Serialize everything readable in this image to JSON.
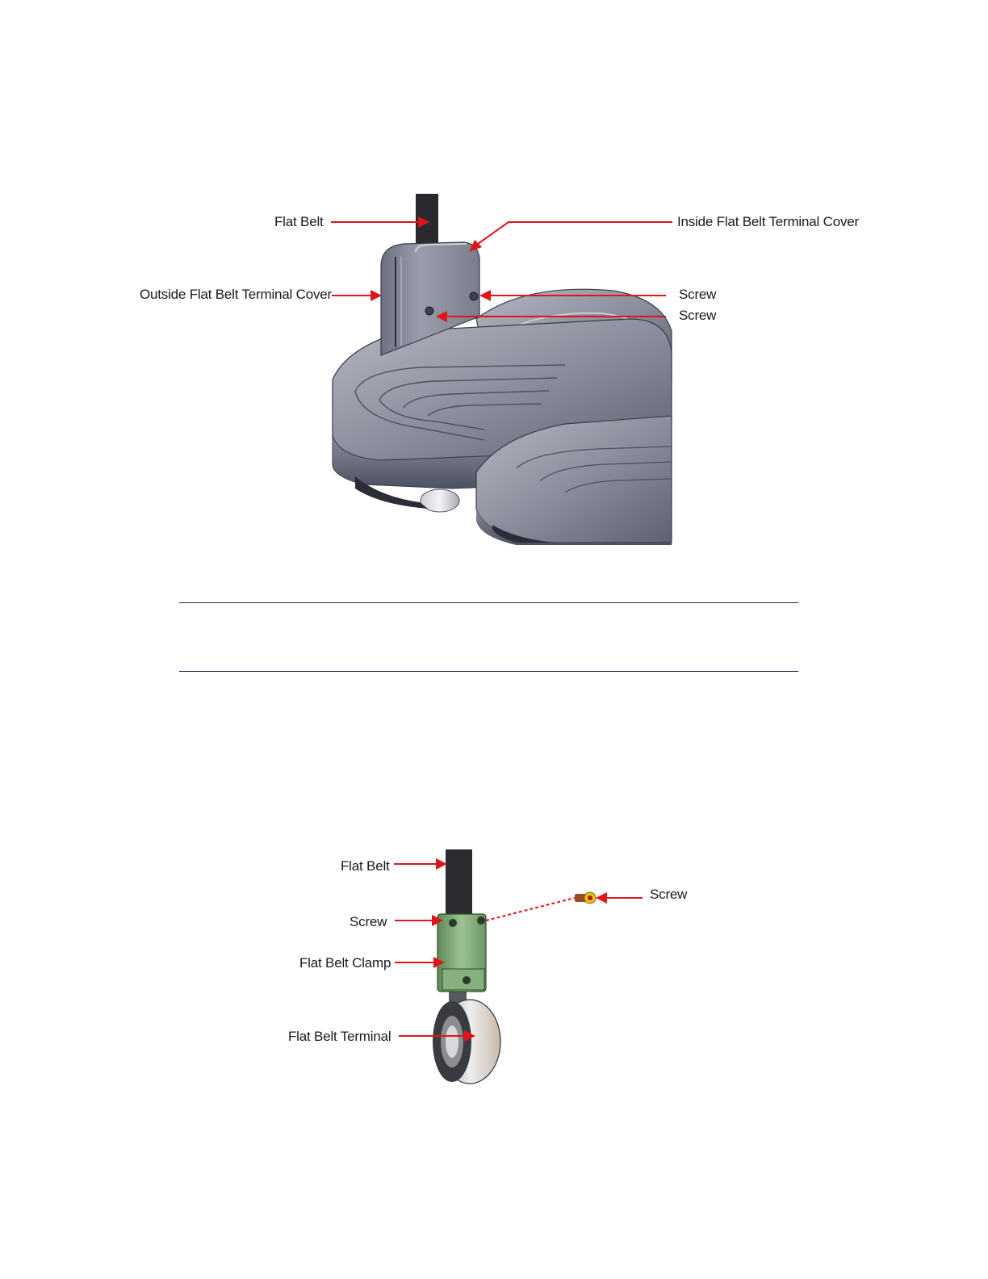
{
  "figure_top": {
    "labels": {
      "flat_belt": "Flat Belt",
      "inside_cover": "Inside Flat Belt Terminal Cover",
      "outside_cover": "Outside Flat Belt Terminal Cover",
      "screw_1": "Screw",
      "screw_2": "Screw"
    }
  },
  "figure_bottom": {
    "labels": {
      "flat_belt": "Flat Belt",
      "screw_left": "Screw",
      "screw_right": "Screw",
      "clamp": "Flat Belt Clamp",
      "terminal": "Flat Belt Terminal"
    }
  },
  "colors": {
    "arrow": "#e0141b",
    "rule": "#1f2d5a",
    "pedal": "#7d8090",
    "clamp": "#7fa878"
  }
}
